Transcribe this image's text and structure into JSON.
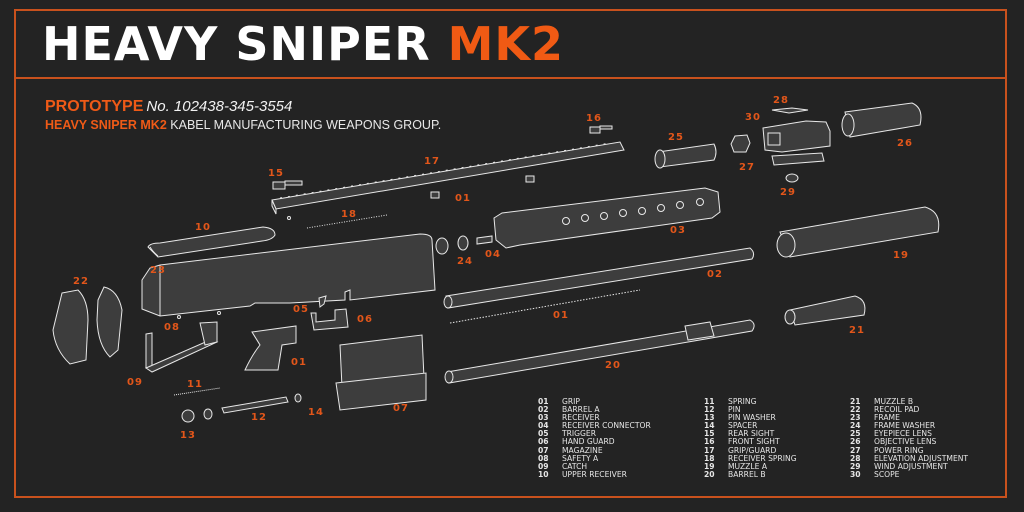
{
  "header": {
    "title_main": "HEAVY SNIPER",
    "title_accent": "MK2",
    "prototype_label": "PROTOTYPE",
    "prototype_number": "No. 102438-345-3554",
    "subtitle_accent": "HEAVY SNIPER MK2",
    "subtitle_rest": "KABEL MANUFACTURING WEAPONS GROUP."
  },
  "colors": {
    "background": "#232323",
    "accent": "#ef5a17",
    "border": "#c8511d",
    "line_art": "#e8e8e8"
  },
  "callouts": {
    "grip": "01",
    "barrel_a": "02",
    "receiver": "03",
    "receiver_connector": "04",
    "trigger": "05",
    "hand_guard": "06",
    "magazine": "07",
    "safety_a": "08",
    "catch": "09",
    "upper_receiver": "10",
    "spring": "11",
    "pin": "12",
    "pin_washer": "13",
    "spacer": "14",
    "rear_sight": "15",
    "front_sight": "16",
    "grip_guard": "17",
    "receiver_spring": "18",
    "muzzle_a": "19",
    "barrel_b": "20",
    "muzzle_b": "21",
    "recoil_pad": "22",
    "frame": "23",
    "frame_washer": "24",
    "eyepiece_lens": "25",
    "objective_lens": "26",
    "power_ring": "27",
    "elevation_adjustment": "28",
    "wind_adjustment": "29",
    "scope": "30",
    "small_part_01": "01",
    "spring_01": "01"
  },
  "legend": {
    "columns": [
      [
        {
          "num": "01",
          "name": "GRIP"
        },
        {
          "num": "02",
          "name": "BARREL A"
        },
        {
          "num": "03",
          "name": "RECEIVER"
        },
        {
          "num": "04",
          "name": "RECEIVER CONNECTOR"
        },
        {
          "num": "05",
          "name": "TRIGGER"
        },
        {
          "num": "06",
          "name": "HAND GUARD"
        },
        {
          "num": "07",
          "name": "MAGAZINE"
        },
        {
          "num": "08",
          "name": "SAFETY A"
        },
        {
          "num": "09",
          "name": "CATCH"
        },
        {
          "num": "10",
          "name": "UPPER RECEIVER"
        }
      ],
      [
        {
          "num": "11",
          "name": "SPRING"
        },
        {
          "num": "12",
          "name": "PIN"
        },
        {
          "num": "13",
          "name": "PIN WASHER"
        },
        {
          "num": "14",
          "name": "SPACER"
        },
        {
          "num": "15",
          "name": "REAR SIGHT"
        },
        {
          "num": "16",
          "name": "FRONT SIGHT"
        },
        {
          "num": "17",
          "name": "GRIP/GUARD"
        },
        {
          "num": "18",
          "name": "RECEIVER SPRING"
        },
        {
          "num": "19",
          "name": "MUZZLE A"
        },
        {
          "num": "20",
          "name": "BARREL B"
        }
      ],
      [
        {
          "num": "21",
          "name": "MUZZLE B"
        },
        {
          "num": "22",
          "name": "RECOIL PAD"
        },
        {
          "num": "23",
          "name": "FRAME"
        },
        {
          "num": "24",
          "name": "FRAME WASHER"
        },
        {
          "num": "25",
          "name": "EYEPIECE LENS"
        },
        {
          "num": "26",
          "name": "OBJECTIVE LENS"
        },
        {
          "num": "27",
          "name": "POWER RING"
        },
        {
          "num": "28",
          "name": "ELEVATION ADJUSTMENT"
        },
        {
          "num": "29",
          "name": "WIND ADJUSTMENT"
        },
        {
          "num": "30",
          "name": "SCOPE"
        }
      ]
    ]
  }
}
